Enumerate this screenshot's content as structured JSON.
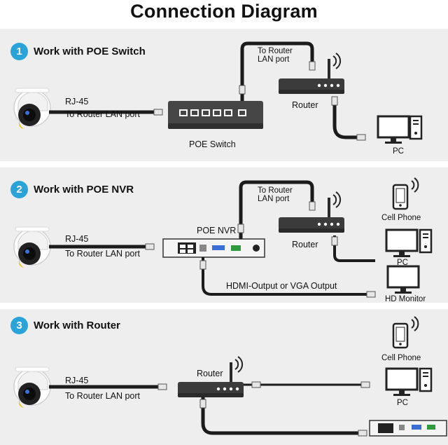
{
  "title": "Connection Diagram",
  "colors": {
    "badge": "#2aa3d9",
    "panel": "#eeeeee",
    "cable": "#1b1b1b",
    "device": "#3d3d3d"
  },
  "sections": [
    {
      "number": "1",
      "heading": "Work with POE Switch",
      "labels": {
        "rj45": "RJ-45",
        "camera_port": "To Router LAN port",
        "switch_top_1": "To Router",
        "switch_top_2": "LAN port",
        "router": "Router",
        "switch": "POE Switch",
        "pc": "PC"
      },
      "icons": [
        "camera-icon",
        "switch-icon",
        "router-icon",
        "monitor-icon"
      ]
    },
    {
      "number": "2",
      "heading": "Work with POE NVR",
      "labels": {
        "rj45": "RJ-45",
        "camera_port": "To Router LAN port",
        "nvr": "POE NVR",
        "nvr_top_1": "To Router",
        "nvr_top_2": "LAN port",
        "router": "Router",
        "cell_phone": "Cell Phone",
        "pc": "PC",
        "hdmi": "HDMI-Output or VGA Output",
        "hd_monitor": "HD Monitor"
      },
      "icons": [
        "camera-icon",
        "nvr-icon",
        "router-icon",
        "phone-icon",
        "monitor-icon"
      ]
    },
    {
      "number": "3",
      "heading": "Work with Router",
      "labels": {
        "rj45": "RJ-45",
        "camera_port": "To Router LAN port",
        "router": "Router",
        "cell_phone": "Cell Phone",
        "pc": "PC"
      },
      "icons": [
        "camera-icon",
        "router-icon",
        "phone-icon",
        "monitor-icon",
        "nvr-icon"
      ]
    }
  ]
}
